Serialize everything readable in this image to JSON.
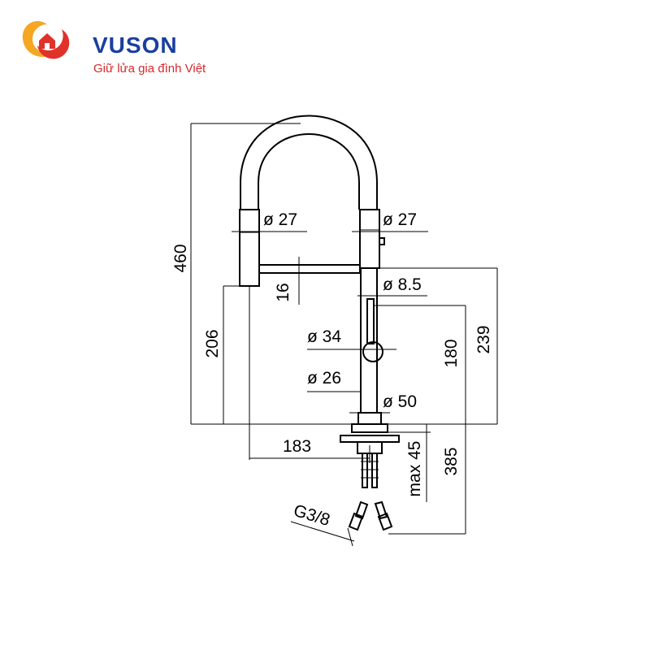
{
  "brand": {
    "name": "VUSON",
    "tagline": "Giữ lửa gia đình Việt",
    "name_color": "#1a3f9e",
    "tagline_color": "#d62828",
    "logo_colors": {
      "orange": "#f5a623",
      "red": "#e0312a"
    }
  },
  "dimensions": {
    "total_height": "460",
    "spout_height": "206",
    "hose_end_left": "ø 27",
    "hose_end_right": "ø 27",
    "spout_arm": "16",
    "lever_diameter": "ø 8.5",
    "knob_diameter": "ø 34",
    "body_diameter": "ø 26",
    "base_diameter": "ø 50",
    "lever_height": "180",
    "arm_height": "239",
    "reach": "183",
    "max_thickness": "max 45",
    "hose_length": "385",
    "thread": "G3/8"
  }
}
